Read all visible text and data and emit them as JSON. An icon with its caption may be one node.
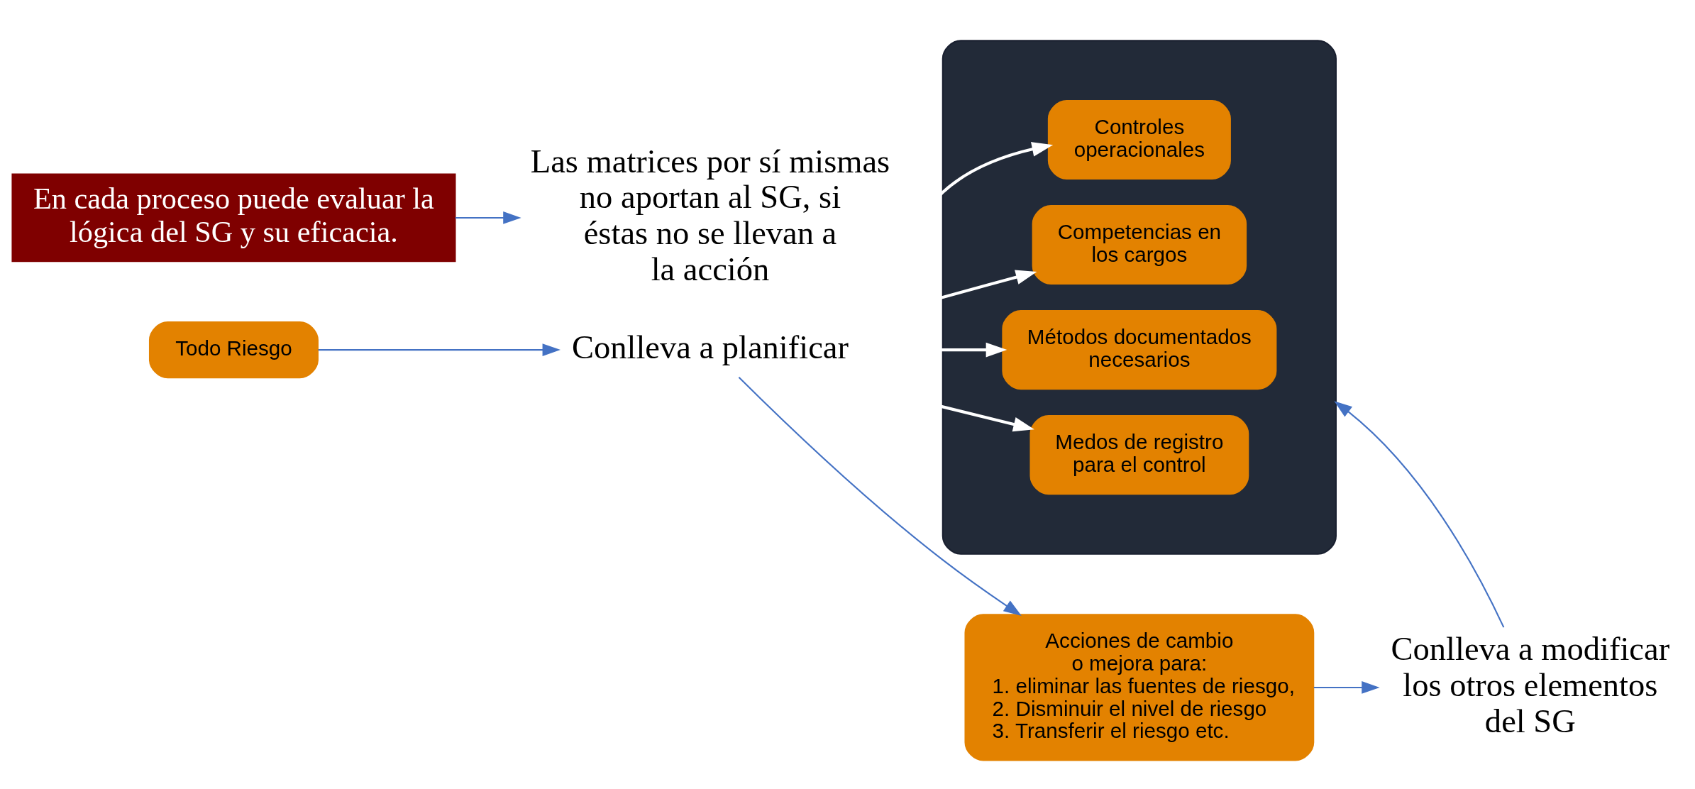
{
  "diagram": {
    "nodes": [
      {
        "text": [
          "Todo Riesgo"
        ]
      },
      {
        "text": [
          "Conlleva a planificar"
        ]
      },
      {
        "text": [],
        "shape": "ellipse"
      },
      {
        "text": [
          "Controles operacionales"
        ],
        "in": 2
      },
      {
        "text": [
          "Competencias en los cargos"
        ],
        "in": 2
      },
      {
        "text": [
          "Métodos documentados necesarios"
        ],
        "in": 2
      },
      {
        "text": [
          "Medos de registro para el control"
        ],
        "in": 2
      },
      {
        "text": [
          "Acciones de cambio o mejora para:",
          "1. eliminar las fuentes de riesgo,",
          "2. Disminuir el nivel de riesgo",
          "3. Transferir el riesgo etc."
        ]
      },
      {
        "text": [
          "Conlleva a modificar los otros elementos del SG"
        ]
      },
      {
        "text": [
          "En cada proceso puede evaluar la lógica del SG y su eficacia."
        ]
      },
      {
        "text": [
          "Las matrices por sí mismas no aportan al SG, si éstas no se llevan a la acción"
        ]
      }
    ],
    "edges": [
      {
        "from": 0,
        "to": 1,
        "arrow": "to"
      },
      {
        "from": 1,
        "to": 3,
        "arrow": "to",
        "color": "#ffffff"
      },
      {
        "from": 1,
        "to": 4,
        "arrow": "to",
        "color": "#ffffff"
      },
      {
        "from": 1,
        "to": 5,
        "arrow": "to",
        "color": "#ffffff"
      },
      {
        "from": 1,
        "to": 6,
        "arrow": "to",
        "color": "#ffffff"
      },
      {
        "from": 1,
        "to": 7,
        "arrow": "to"
      },
      {
        "from": 7,
        "to": 8,
        "arrow": "to"
      },
      {
        "from": 8,
        "to": 2,
        "arrow": "to"
      },
      {
        "from": 9,
        "to": 10,
        "arrow": "to"
      }
    ]
  }
}
